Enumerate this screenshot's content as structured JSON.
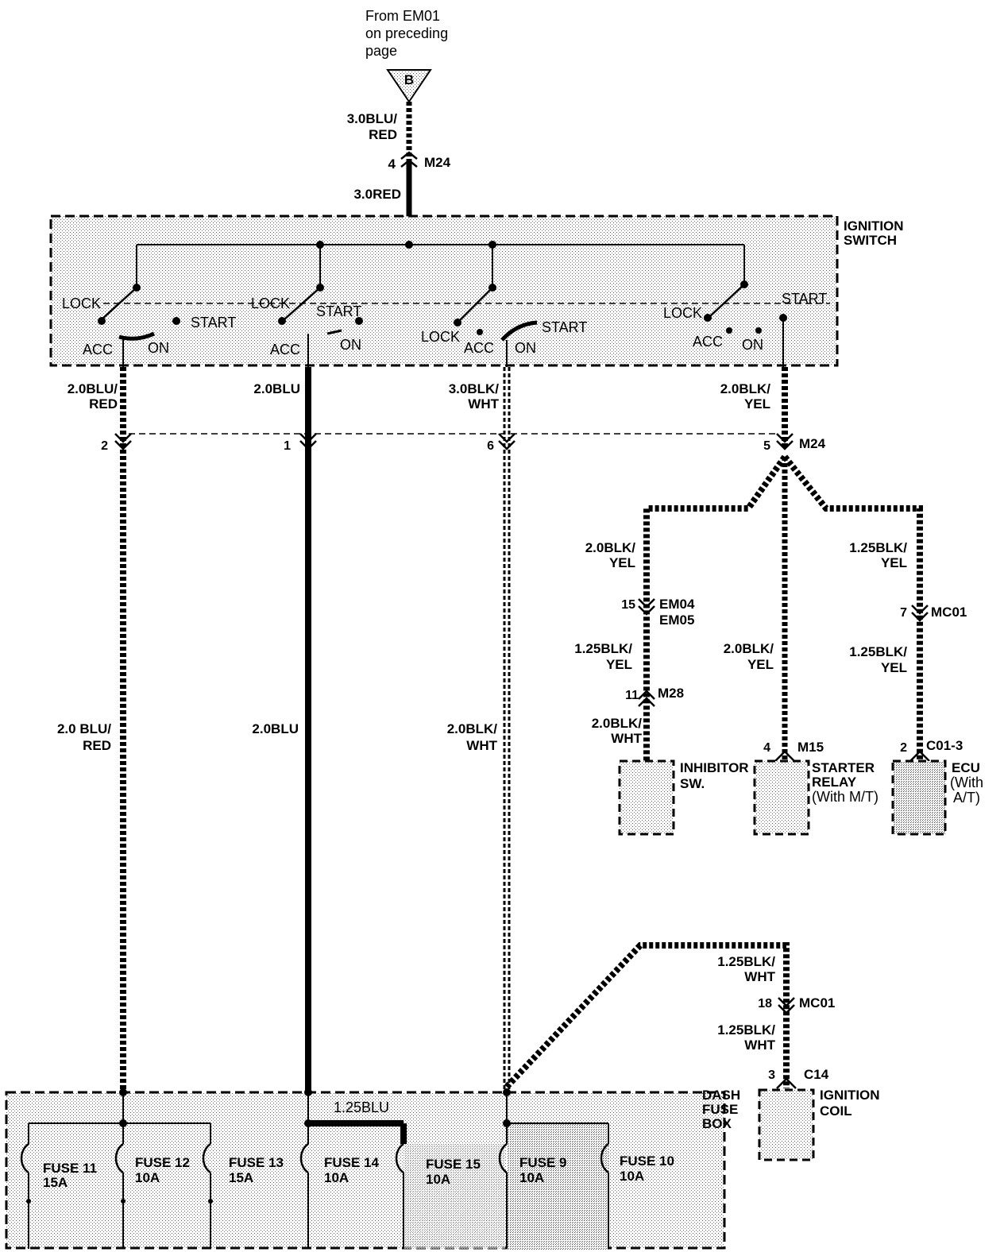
{
  "source_ref": {
    "line1": "From EM01",
    "line2": "on preceding",
    "line3": "page",
    "connector_letter": "B"
  },
  "top_wire": {
    "label1a": "3.0BLU/",
    "label1b": "RED",
    "conn_pin": "4",
    "conn_name": "M24",
    "label2": "3.0RED"
  },
  "ignition_switch": {
    "title1": "IGNITION",
    "title2": "SWITCH",
    "pos_lock": "LOCK",
    "pos_acc": "ACC",
    "pos_on": "ON",
    "pos_start": "START"
  },
  "outputs": [
    {
      "wire_a": "2.0BLU/",
      "wire_b": "RED",
      "pin": "2",
      "long_a": "2.0 BLU/",
      "long_b": "RED"
    },
    {
      "wire_a": "2.0BLU",
      "wire_b": "",
      "pin": "1",
      "long_a": "2.0BLU",
      "long_b": ""
    },
    {
      "wire_a": "3.0BLK/",
      "wire_b": "WHT",
      "pin": "6",
      "long_a": "2.0BLK/",
      "long_b": "WHT"
    },
    {
      "wire_a": "2.0BLK/",
      "wire_b": "YEL",
      "pin": "5",
      "conn_name": "M24"
    }
  ],
  "start_branches": {
    "left": {
      "w1a": "2.0BLK/",
      "w1b": "YEL",
      "c1_pin": "15",
      "c1_name_a": "EM04",
      "c1_name_b": "EM05",
      "w2a": "1.25BLK/",
      "w2b": "YEL",
      "c2_pin": "11",
      "c2_name": "M28",
      "w3a": "2.0BLK/",
      "w3b": "WHT",
      "comp_a": "INHIBITOR",
      "comp_b": "SW."
    },
    "middle": {
      "w1a": "2.0BLK/",
      "w1b": "YEL",
      "pin": "4",
      "conn_name": "M15",
      "comp_a": "STARTER",
      "comp_b": "RELAY",
      "comp_c": "(With M/T)"
    },
    "right": {
      "w1a": "1.25BLK/",
      "w1b": "YEL",
      "c1_pin": "7",
      "c1_name": "MC01",
      "w2a": "1.25BLK/",
      "w2b": "YEL",
      "pin": "2",
      "conn_name": "C01-3",
      "comp_a": "ECU",
      "comp_b": "(With",
      "comp_c": "A/T)"
    }
  },
  "ignition_coil": {
    "w1a": "1.25BLK/",
    "w1b": "WHT",
    "c1_pin": "18",
    "c1_name": "MC01",
    "w2a": "1.25BLK/",
    "w2b": "WHT",
    "pin": "3",
    "conn_name": "C14",
    "comp_a": "IGNITION",
    "comp_b": "COIL"
  },
  "fuse_box": {
    "title_a": "DASH",
    "title_b": "FUSE",
    "title_c": "BOX",
    "jumper_label": "1.25BLU",
    "fuses": [
      {
        "name": "FUSE 11",
        "rating": "15A"
      },
      {
        "name": "FUSE 12",
        "rating": "10A"
      },
      {
        "name": "FUSE 13",
        "rating": "15A"
      },
      {
        "name": "FUSE 14",
        "rating": "10A"
      },
      {
        "name": "FUSE 15",
        "rating": "10A"
      },
      {
        "name": "FUSE 9",
        "rating": "10A"
      },
      {
        "name": "FUSE 10",
        "rating": "10A"
      }
    ]
  }
}
